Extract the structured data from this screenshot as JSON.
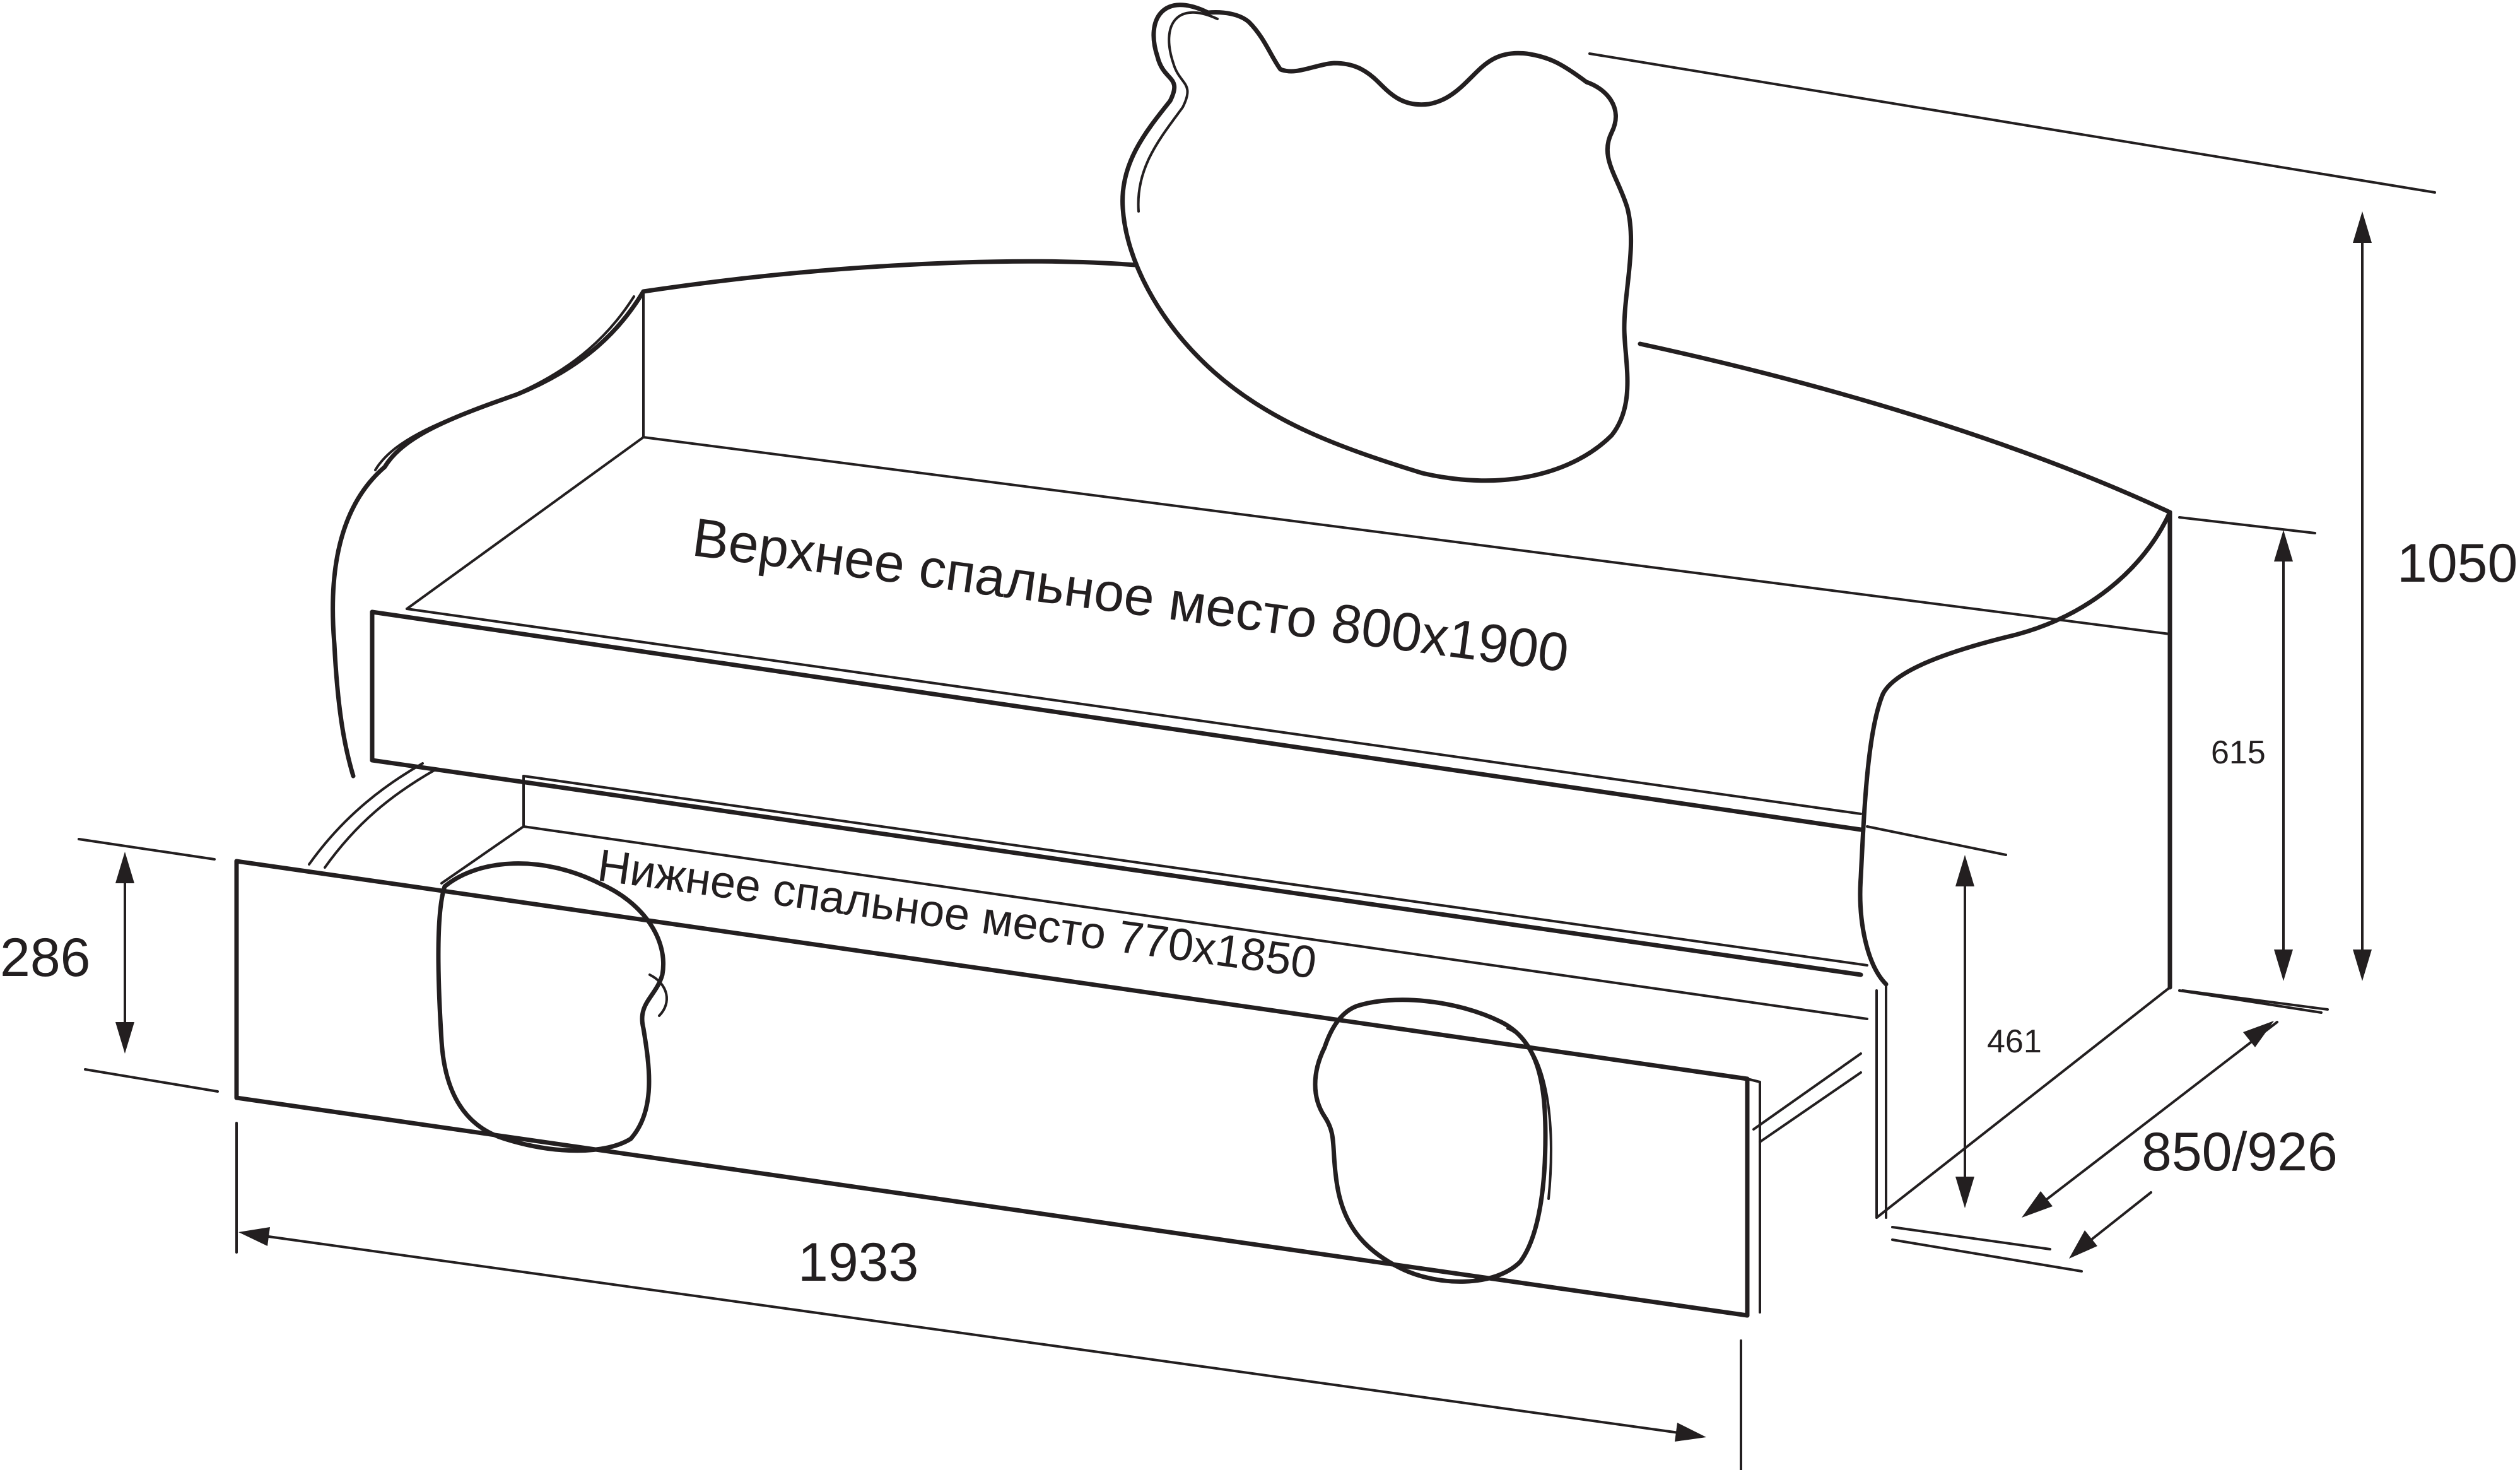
{
  "labels": {
    "upper_berth": "Верхнее спальное место 800х1900",
    "lower_berth": "Нижнее спальное место 770х1850"
  },
  "dimensions": {
    "total_height": "1050",
    "backrest_height": "615",
    "lower_height": "461",
    "drawer_height": "286",
    "length": "1933",
    "depth": "850/926"
  }
}
